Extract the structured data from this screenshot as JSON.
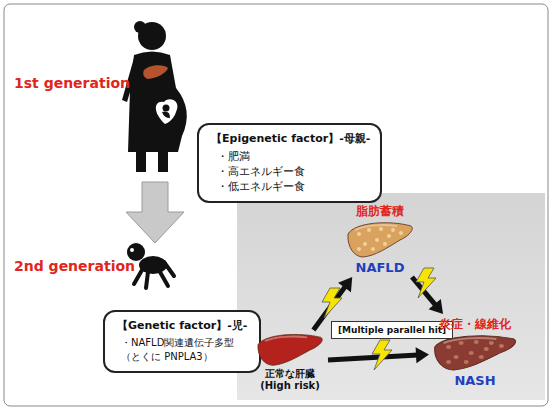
{
  "diagram": {
    "nodes": [
      {
        "text": [
          "【Epigenetic factor】-母親-",
          "・肥満",
          "・高エネルギー食",
          "・低エネルギー食"
        ]
      },
      {
        "text": [
          "脂肪蓄積",
          "NAFLD"
        ]
      },
      {
        "text": [
          "【Genetic factor】-児-",
          "・NAFLD関連遺伝子多型 （とくに PNPLA3）"
        ]
      },
      {
        "text": [
          "[Multiple parallel hit]"
        ]
      },
      {
        "text": [
          "炎症・線維化",
          "NASH"
        ]
      },
      {
        "text": [
          "正常な肝臓 (High risk)"
        ]
      }
    ],
    "edges": [
      {
        "from": 5,
        "to": 1,
        "arrow": "to"
      },
      {
        "from": 1,
        "to": 4,
        "arrow": "to"
      },
      {
        "from": 5,
        "to": 4,
        "arrow": "to"
      }
    ],
    "labels": [
      "1st generation",
      "2nd generation"
    ]
  }
}
